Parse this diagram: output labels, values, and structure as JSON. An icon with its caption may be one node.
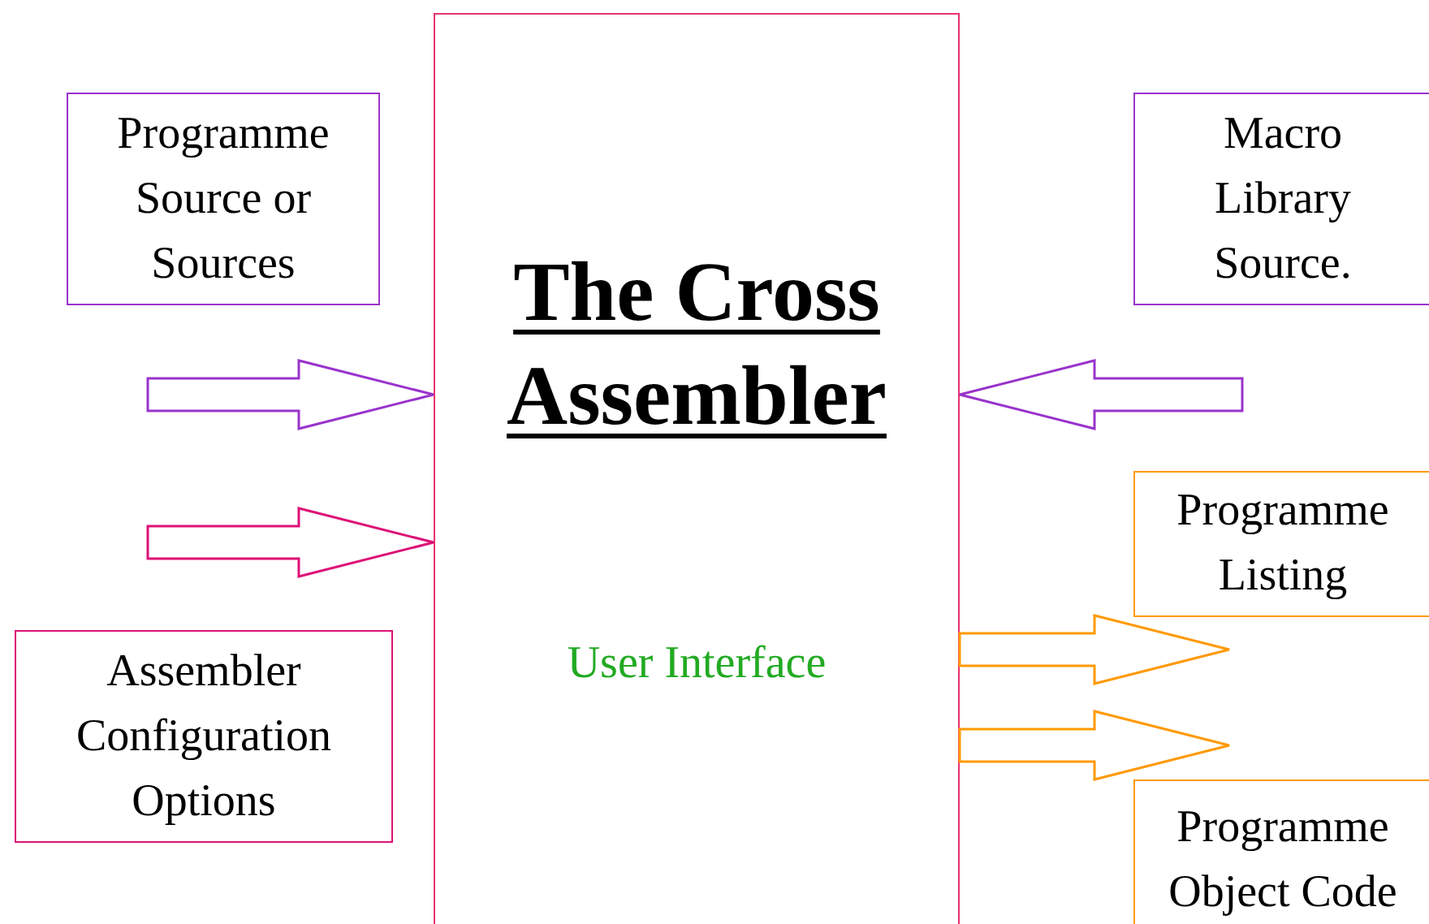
{
  "diagram": {
    "nodes": [
      {
        "text": [
          "Programme Source or Sources"
        ]
      },
      {
        "text": [
          "The Cross Assembler",
          "User Interface"
        ]
      },
      {
        "text": [
          "Macro Library Source."
        ]
      },
      {
        "text": [
          "Assembler Configuration Options"
        ]
      },
      {
        "text": [
          "Programme Listing"
        ]
      },
      {
        "text": [
          "Programme Object Code"
        ]
      }
    ],
    "edges": [
      {
        "from": 0,
        "to": 1,
        "arrow": "to",
        "color": "#9933cc"
      },
      {
        "from": 3,
        "to": 1,
        "arrow": "to",
        "color": "#dd1177"
      },
      {
        "from": 2,
        "to": 1,
        "arrow": "to",
        "color": "#9933cc"
      },
      {
        "from": 1,
        "to": 4,
        "arrow": "to",
        "color": "#ff9900"
      },
      {
        "from": 1,
        "to": 5,
        "arrow": "to",
        "color": "#ff9900"
      }
    ]
  }
}
